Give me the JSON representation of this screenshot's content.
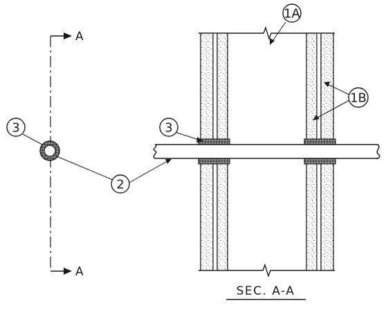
{
  "section_marker": {
    "letter_top": "A",
    "letter_bottom": "A"
  },
  "section_title": "SEC. A-A",
  "callouts": {
    "wall": "1A",
    "gypsum_board": "1B",
    "pipe": "2",
    "firestop_left": "3",
    "firestop_right": "3"
  },
  "colors": {
    "ink": "#1a1a1a",
    "background": "#ffffff"
  }
}
